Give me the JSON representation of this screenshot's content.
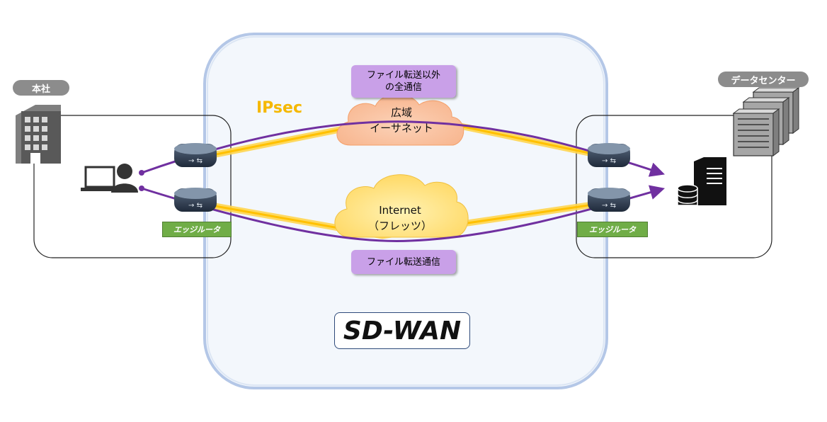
{
  "labels": {
    "hq": "本社",
    "datacenter": "データセンター",
    "edge_router_left": "エッジルータ",
    "edge_router_right": "エッジルータ",
    "ipsec": "IPsec",
    "wan_cloud_line1": "広域",
    "wan_cloud_line2": "イーサネット",
    "internet_cloud_line1": "Internet",
    "internet_cloud_line2": "（フレッツ）",
    "top_box_line1": "ファイル転送以外",
    "top_box_line2": "の全通信",
    "bottom_box": "ファイル転送通信",
    "sdwan": "SD-WAN"
  },
  "colors": {
    "sdwan_frame": "#b4c7e7",
    "tunnel": "#ffc000",
    "traffic": "#7030a0",
    "edge_label": "#70ad47",
    "box": "#c9a0e8"
  },
  "icons": [
    "building-icon",
    "user-pc-icon",
    "router-icon",
    "server-rack-icon",
    "database-server-icon"
  ]
}
